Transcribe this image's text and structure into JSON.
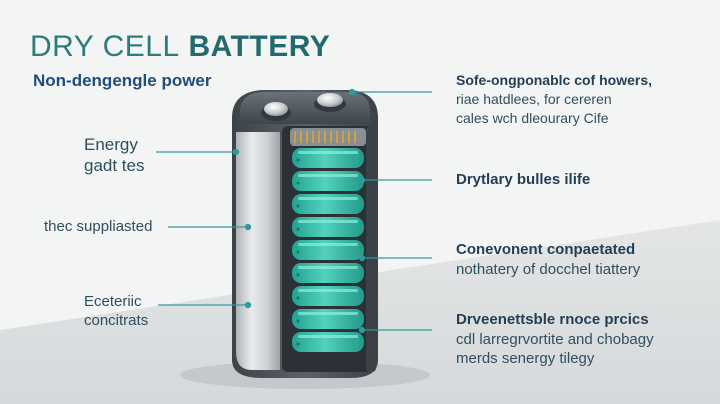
{
  "header": {
    "title_prefix": "DRY CELL",
    "title_bold": "BATTERY",
    "subtitle": "Non-dengengle power"
  },
  "left_labels": [
    {
      "lines": [
        "Energy",
        "gadt tes"
      ]
    },
    {
      "lines": [
        "thec suppliasted"
      ]
    },
    {
      "lines": [
        "Eceteriic",
        "concitrats"
      ]
    }
  ],
  "right_labels": [
    {
      "lines": [
        "Sofe-ongponablc cof howers,",
        "riae hatdlees, for cereren",
        "cales wch dleourary Cife"
      ]
    },
    {
      "lines": [
        "Drytlary bulles ilife"
      ]
    },
    {
      "lines": [
        "Conevonent  conpaetated",
        "nothatery of docchel tiattery"
      ]
    },
    {
      "lines": [
        "Drveenettsble rnoce prcics",
        "cdl larregrvortite and chobagy",
        "merds senergy tilegy"
      ]
    }
  ],
  "colors": {
    "accent": "#2f9a9a",
    "cell_teal": "#3fc1ad",
    "casing": "#4a5158",
    "title": "#2d7c7c",
    "text": "#2f4f5f"
  }
}
